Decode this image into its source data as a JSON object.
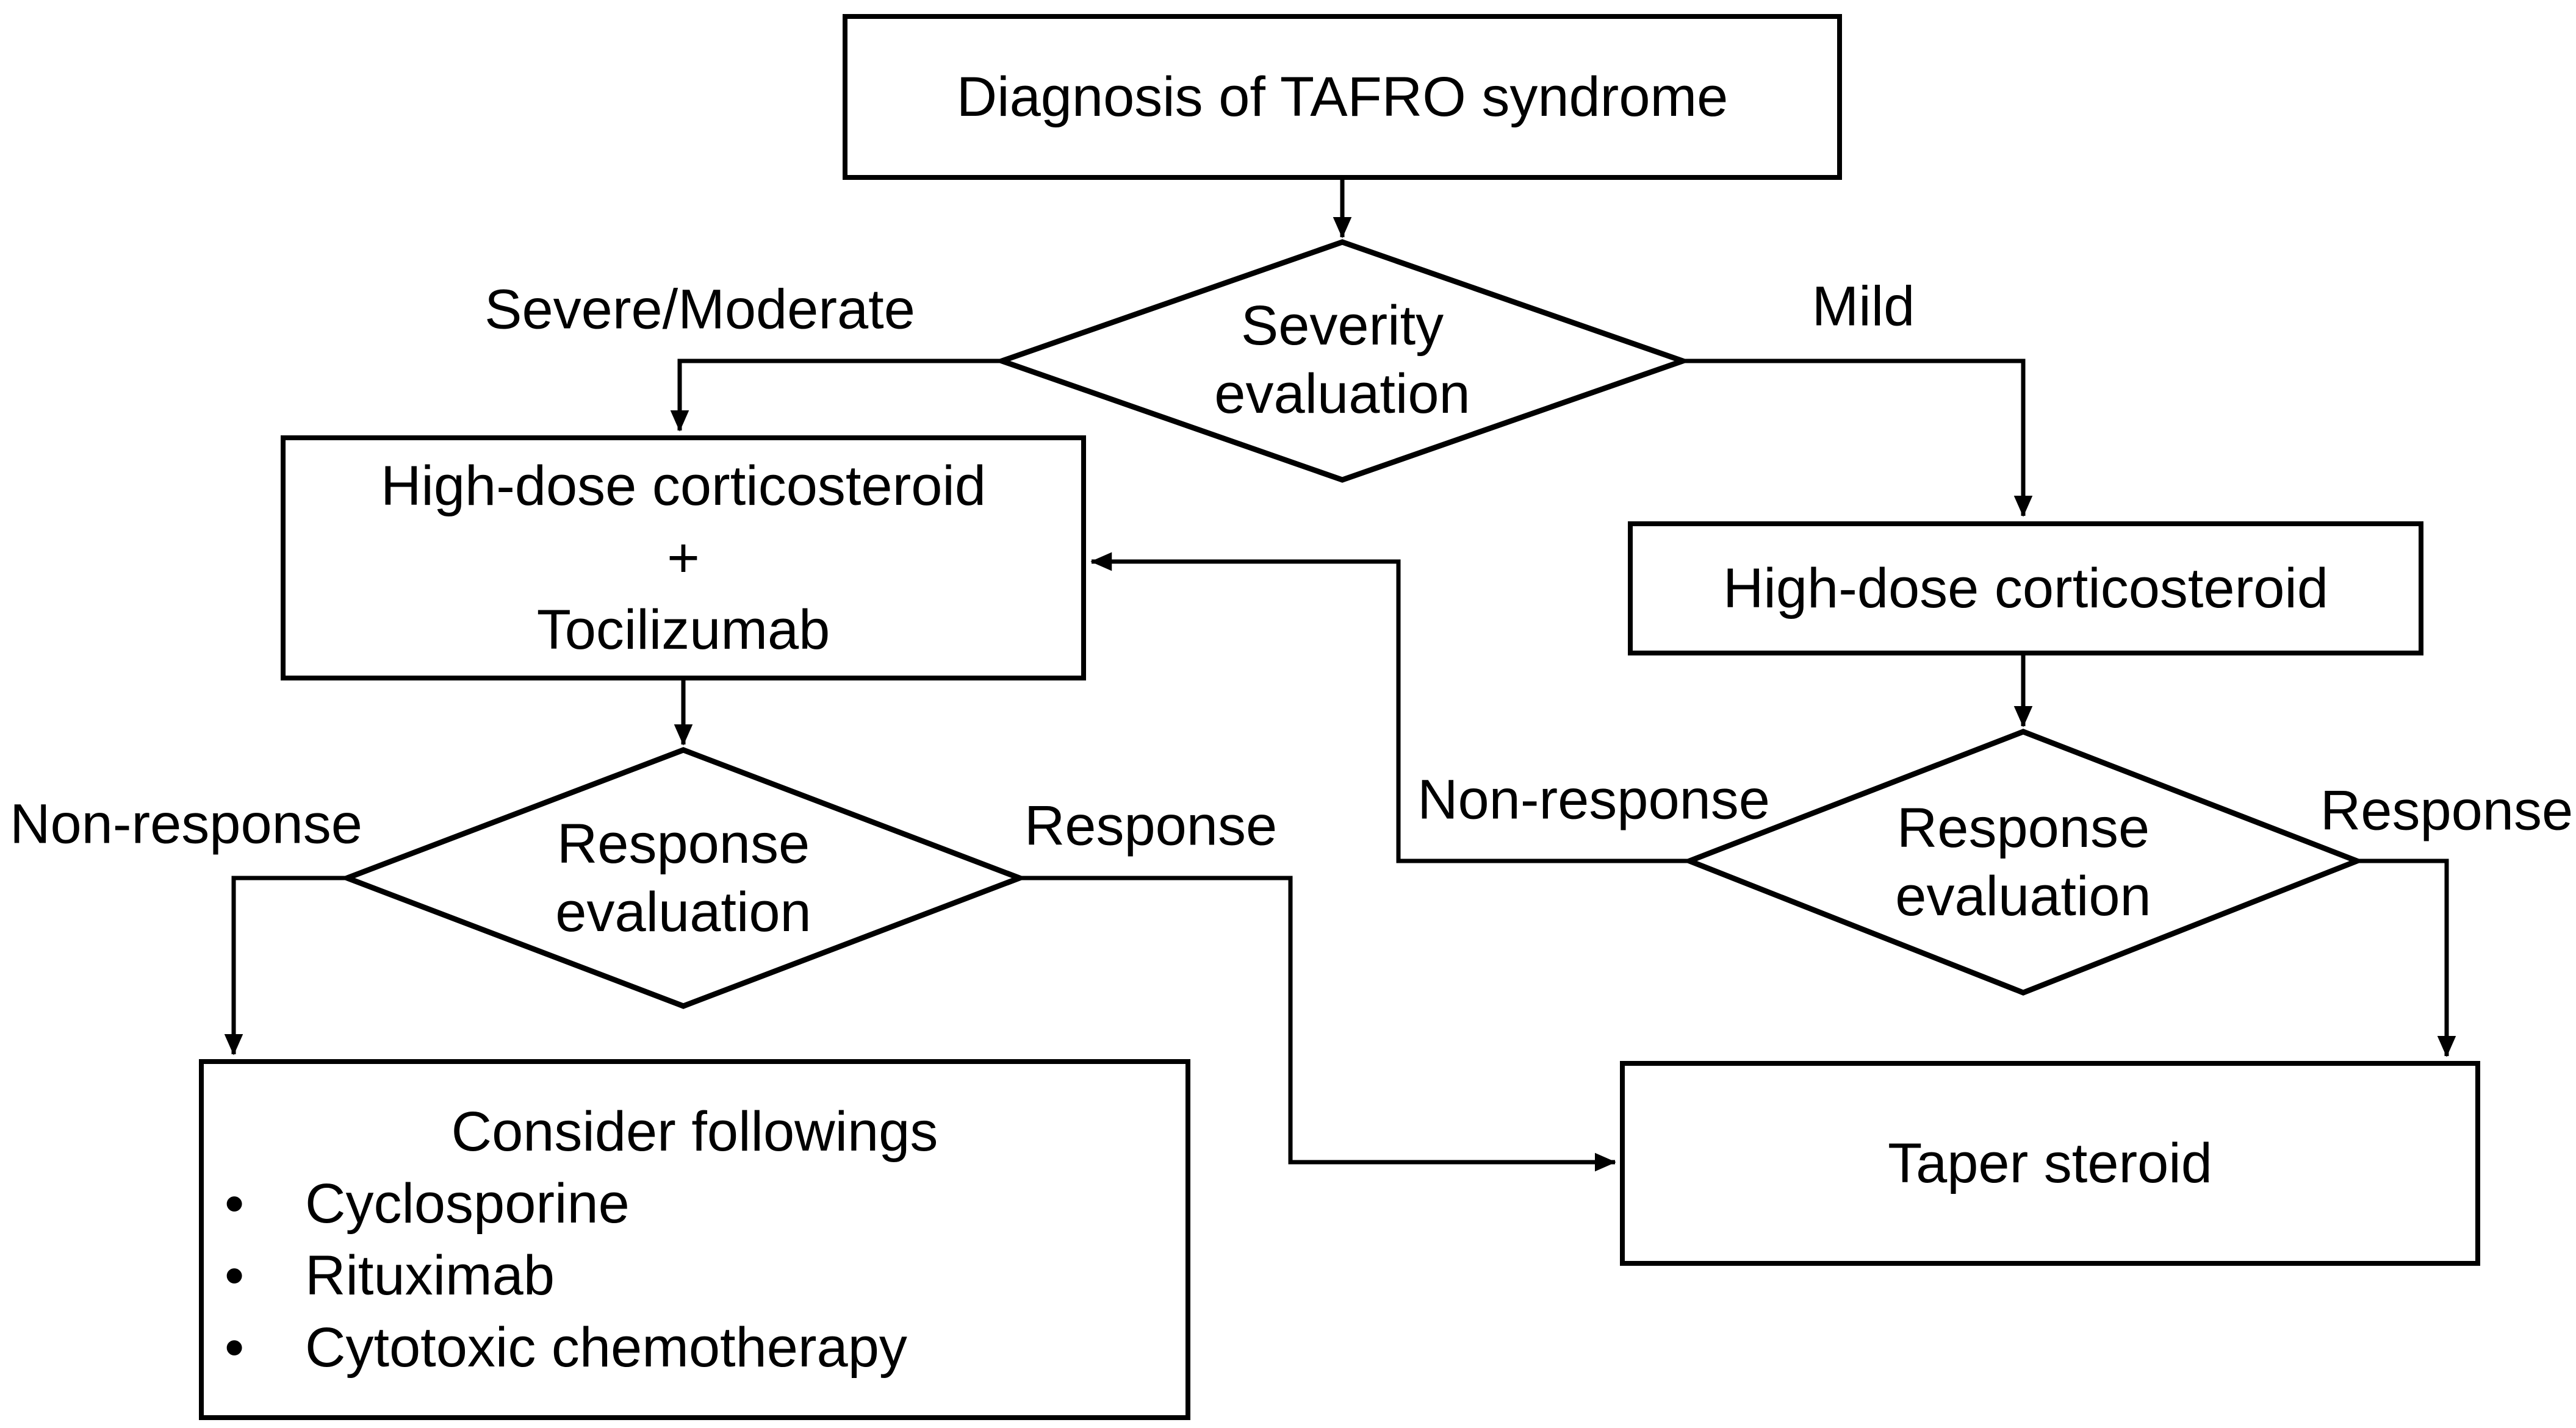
{
  "colors": {
    "background": "#ffffff",
    "line": "#000000",
    "text": "#000000"
  },
  "nodes": {
    "diagnosis": {
      "label": "Diagnosis of TAFRO syndrome"
    },
    "severity_eval": {
      "line1": "Severity",
      "line2": "evaluation"
    },
    "severe_treatment": {
      "line1": "High-dose corticosteroid",
      "line2": "+",
      "line3": "Tocilizumab"
    },
    "mild_treatment": {
      "label": "High-dose corticosteroid"
    },
    "response_eval_severe": {
      "line1": "Response",
      "line2": "evaluation"
    },
    "response_eval_mild": {
      "line1": "Response",
      "line2": "evaluation"
    },
    "consider": {
      "title": "Consider followings",
      "bullet_char": "•",
      "bullets": [
        "Cyclosporine",
        "Rituximab",
        "Cytotoxic chemotherapy"
      ]
    },
    "taper": {
      "label": "Taper steroid"
    }
  },
  "edge_labels": {
    "severe_moderate": "Severe/Moderate",
    "mild": "Mild",
    "non_response_left": "Non-response",
    "response_left": "Response",
    "non_response_right": "Non-response",
    "response_right": "Response"
  }
}
